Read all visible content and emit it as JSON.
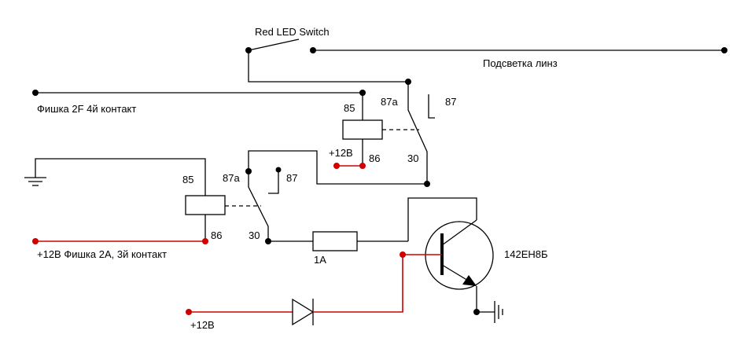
{
  "labels": {
    "switch": "Red LED Switch",
    "lens_backlight": "Подсветка линз",
    "connector_2f": "Фишка 2F 4й контакт",
    "connector_2a": "+12В Фишка 2А, 3й контакт",
    "plus12_relay": "+12В",
    "plus12_diode": "+12В",
    "fuse": "1А",
    "transistor": "142ЕН8Б"
  },
  "relay_top": {
    "pin85": "85",
    "pin86": "86",
    "pin87a": "87a",
    "pin87": "87",
    "pin30": "30"
  },
  "relay_bottom": {
    "pin85": "85",
    "pin86": "86",
    "pin87a": "87a",
    "pin87": "87",
    "pin30": "30"
  },
  "colors": {
    "wire": "#000000",
    "power_wire": "#d00000"
  }
}
